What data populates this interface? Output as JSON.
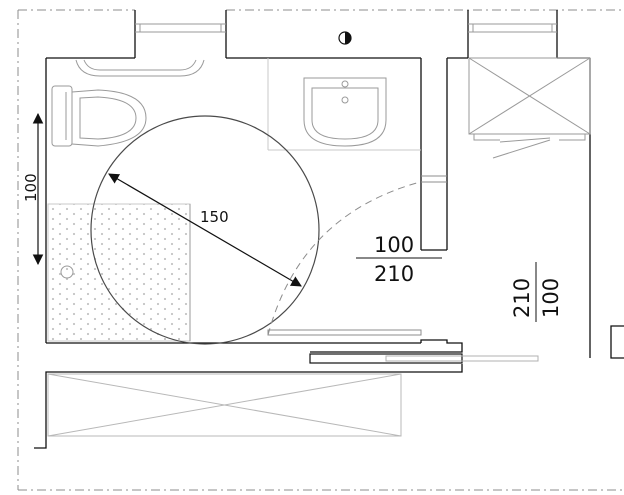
{
  "plan": {
    "dimensions": {
      "turning_circle_diameter": "150",
      "wall_opening_height": "100",
      "door1_width": "100",
      "door1_height": "210",
      "door2_width": "100",
      "door2_height": "210"
    },
    "colors": {
      "wall": "#111111",
      "fixture": "#9a9a9a",
      "fixture_light": "#c8c8c8",
      "dash": "#8c8c8c"
    }
  }
}
